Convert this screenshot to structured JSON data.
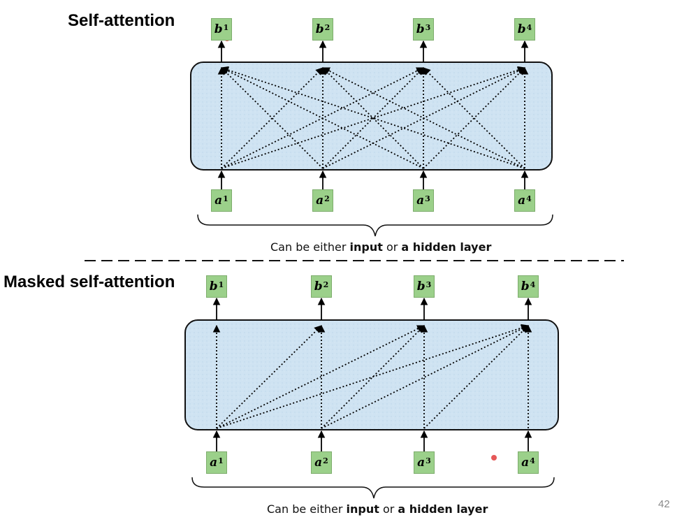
{
  "titles": {
    "top": "Self-attention",
    "bottom": "Masked self-attention"
  },
  "caption": {
    "prefix": "Can be either ",
    "input": "input",
    "middle": " or ",
    "hidden": "a hidden layer"
  },
  "page_number": "42",
  "vectors": {
    "outputs": [
      {
        "letter": "b",
        "sup": "1"
      },
      {
        "letter": "b",
        "sup": "2"
      },
      {
        "letter": "b",
        "sup": "3"
      },
      {
        "letter": "b",
        "sup": "4"
      }
    ],
    "inputs": [
      {
        "letter": "a",
        "sup": "1"
      },
      {
        "letter": "a",
        "sup": "2"
      },
      {
        "letter": "a",
        "sup": "3"
      },
      {
        "letter": "a",
        "sup": "4"
      }
    ]
  },
  "colors": {
    "panel_fill": "#cfe3f2",
    "panel_stroke": "#111111",
    "vector_fill": "#9bd08a",
    "cursor_dot": "#e23b3b"
  }
}
